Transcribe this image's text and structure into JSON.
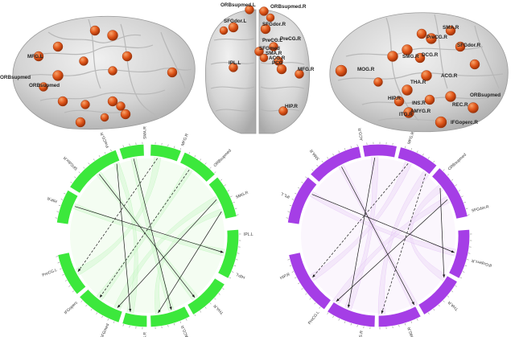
{
  "brain_views": {
    "left": {
      "labels": [
        "MFG.L",
        "ORBsupmed",
        "ORBsupmed"
      ]
    },
    "top": {
      "labels": [
        "ORBsupmed.L",
        "ORBsupmed.R",
        "SFGdor.L",
        "SFGdor.R",
        "PreCG.L",
        "PreCG.R",
        "SFGmed",
        "SMA.R",
        "ACG.R",
        "MFG.R",
        "IPL.L",
        "PCG",
        "HIP.R"
      ]
    },
    "right": {
      "labels": [
        "SMA.R",
        "PreCG.R",
        "SFGdor.R",
        "DCG.R",
        "SMG.R",
        "MOG.R",
        "ACG.R",
        "THA.R",
        "HIP.R",
        "INS.R",
        "AMYG.R",
        "REC.R",
        "ORBsupmed",
        "ITG.R",
        "IFGoperc.R"
      ]
    },
    "node_color": "#e2581a"
  },
  "chord_diagrams": {
    "left": {
      "ring_color": "#3ce83c",
      "fill_color": "#d6f7d3",
      "labels": [
        "HIP.R",
        "SFGdor.R",
        "PreCG.R",
        "SMA.R",
        "MFG.R",
        "ORBsupmed",
        "SMG.R",
        "IPL.L",
        "HIP.L",
        "THA.R",
        "ACG.R",
        "INS.R",
        "SFGmed",
        "IFGoperc",
        "PreCG.L"
      ]
    },
    "right": {
      "ring_color": "#a53ee6",
      "fill_color": "#efdcf8",
      "labels": [
        "IPL.L",
        "SMA.R",
        "ACG.R",
        "MFG.R",
        "ORBsupmed",
        "SFGdor.R",
        "IFGoperc.R",
        "THA.R",
        "SMG.R",
        "INS.R",
        "PreCG.L",
        "HIP.R"
      ]
    }
  }
}
